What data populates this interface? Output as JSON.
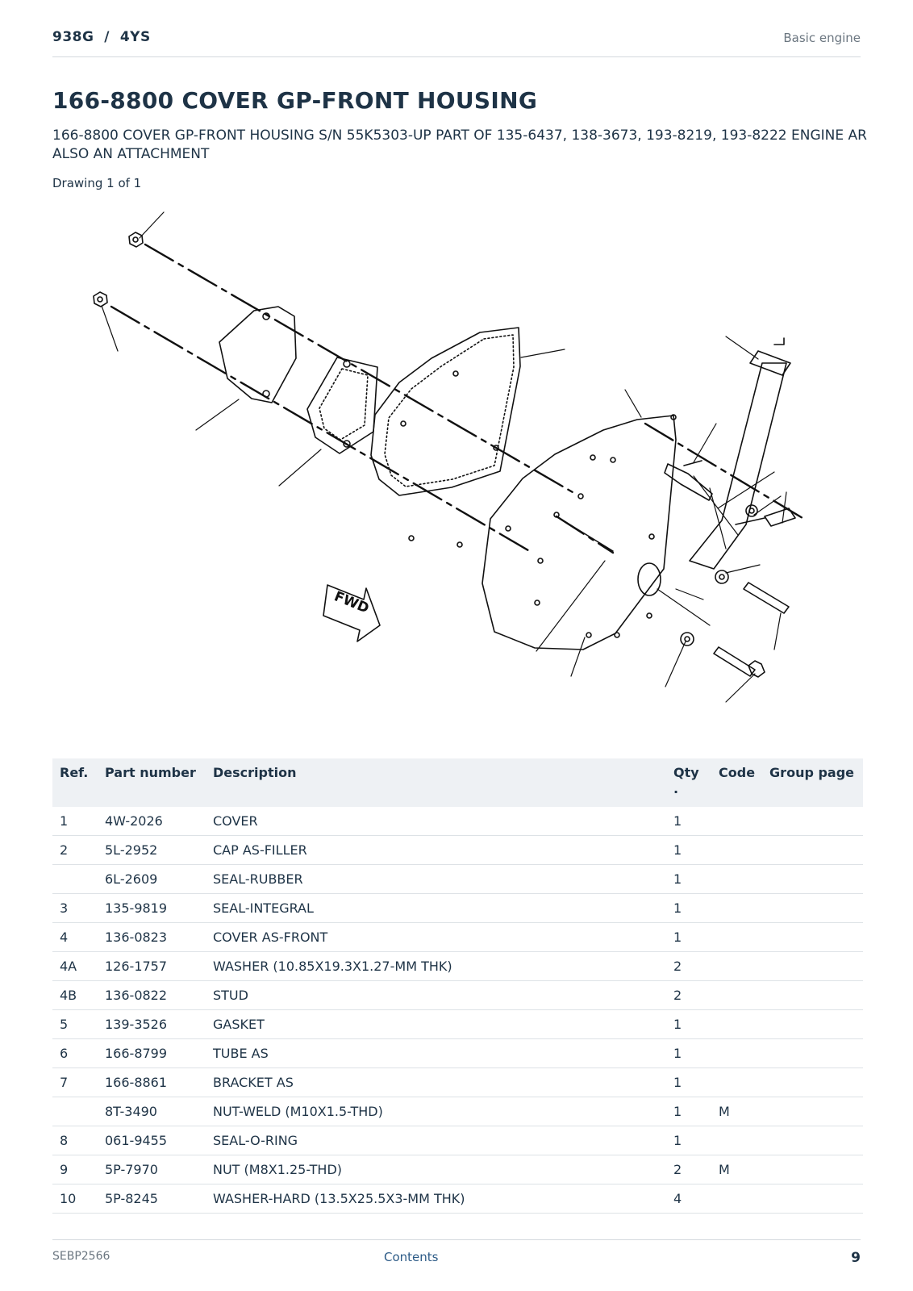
{
  "header": {
    "model": "938G  /  4YS",
    "section": "Basic engine"
  },
  "title": "166-8800 COVER GP-FRONT HOUSING",
  "description": "166-8800 COVER GP-FRONT HOUSING S/N 55K5303-UP PART OF 135-6437, 138-3673, 193-8219, 193-8222 ENGINE AR ALSO AN ATTACHMENT",
  "drawing_label": "Drawing 1 of 1",
  "drawing": {
    "fwd_text": "FWD"
  },
  "table": {
    "headers": {
      "ref": "Ref.",
      "part": "Part number",
      "desc": "Description",
      "qty": "Qty\n.",
      "code": "Code",
      "group": "Group page"
    },
    "rows": [
      {
        "ref": "1",
        "part": "4W-2026",
        "desc": "COVER",
        "qty": "1",
        "code": ""
      },
      {
        "ref": "2",
        "part": "5L-2952",
        "desc": "CAP AS-FILLER",
        "qty": "1",
        "code": ""
      },
      {
        "ref": "",
        "part": "6L-2609",
        "desc": "SEAL-RUBBER",
        "qty": "1",
        "code": ""
      },
      {
        "ref": "3",
        "part": "135-9819",
        "desc": "SEAL-INTEGRAL",
        "qty": "1",
        "code": ""
      },
      {
        "ref": "4",
        "part": "136-0823",
        "desc": "COVER AS-FRONT",
        "qty": "1",
        "code": ""
      },
      {
        "ref": "4A",
        "part": "126-1757",
        "desc": "WASHER (10.85X19.3X1.27-MM THK)",
        "qty": "2",
        "code": ""
      },
      {
        "ref": "4B",
        "part": "136-0822",
        "desc": "STUD",
        "qty": "2",
        "code": ""
      },
      {
        "ref": "5",
        "part": "139-3526",
        "desc": "GASKET",
        "qty": "1",
        "code": ""
      },
      {
        "ref": "6",
        "part": "166-8799",
        "desc": "TUBE AS",
        "qty": "1",
        "code": ""
      },
      {
        "ref": "7",
        "part": "166-8861",
        "desc": "BRACKET AS",
        "qty": "1",
        "code": ""
      },
      {
        "ref": "",
        "part": "8T-3490",
        "desc": "NUT-WELD (M10X1.5-THD)",
        "qty": "1",
        "code": "M"
      },
      {
        "ref": "8",
        "part": "061-9455",
        "desc": "SEAL-O-RING",
        "qty": "1",
        "code": ""
      },
      {
        "ref": "9",
        "part": "5P-7970",
        "desc": "NUT (M8X1.25-THD)",
        "qty": "2",
        "code": "M"
      },
      {
        "ref": "10",
        "part": "5P-8245",
        "desc": "WASHER-HARD (13.5X25.5X3-MM THK)",
        "qty": "4",
        "code": ""
      }
    ]
  },
  "footer": {
    "doc": "SEBP2566",
    "contents_link": "Contents",
    "page": "9"
  }
}
